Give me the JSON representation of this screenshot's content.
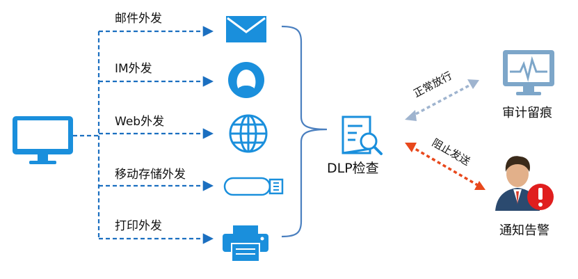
{
  "channels": [
    {
      "label": "邮件外发",
      "icon": "mail-icon"
    },
    {
      "label": "IM外发",
      "icon": "qq-chat-icon"
    },
    {
      "label": "Web外发",
      "icon": "globe-icon"
    },
    {
      "label": "移动存储外发",
      "icon": "usb-drive-icon"
    },
    {
      "label": "打印外发",
      "icon": "printer-icon"
    }
  ],
  "source_icon": "desktop-computer-icon",
  "core": {
    "label": "DLP检查",
    "icon": "document-search-icon"
  },
  "paths": {
    "allow": {
      "label": "正常放行",
      "color": "#9fb4cf"
    },
    "block": {
      "label": "阻止发送",
      "color": "#e8481c"
    }
  },
  "outcomes": {
    "audit": {
      "label": "审计留痕",
      "icon": "monitor-waveform-icon"
    },
    "alert": {
      "label": "通知告警",
      "icon": "user-alert-icon"
    }
  },
  "colors": {
    "primary_blue": "#1a8fdc",
    "dash_blue": "#1b6fc0",
    "brace_blue": "#4a7fbf",
    "gray_icon": "#7da6c9"
  }
}
